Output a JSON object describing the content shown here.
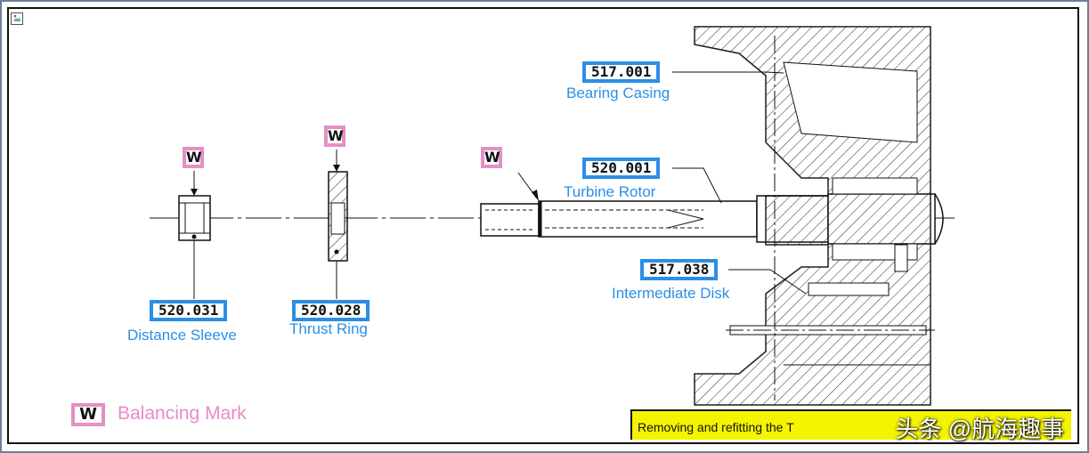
{
  "parts": {
    "bearing_casing": {
      "number": "517.001",
      "name": "Bearing Casing"
    },
    "turbine_rotor": {
      "number": "520.001",
      "name": "Turbine Rotor"
    },
    "intermediate_disk": {
      "number": "517.038",
      "name": "Intermediate Disk"
    },
    "distance_sleeve": {
      "number": "520.031",
      "name": "Distance Sleeve"
    },
    "thrust_ring": {
      "number": "520.028",
      "name": "Thrust Ring"
    }
  },
  "balancing_mark": {
    "symbol": "W",
    "label": "Balancing Mark"
  },
  "banner": {
    "text": "Removing and refitting the T"
  },
  "watermark": {
    "text": "头条 @航海趣事"
  },
  "colors": {
    "part_box": "#2a8fe6",
    "balancing_mark": "#e58fc6",
    "banner": "#f4f400"
  }
}
